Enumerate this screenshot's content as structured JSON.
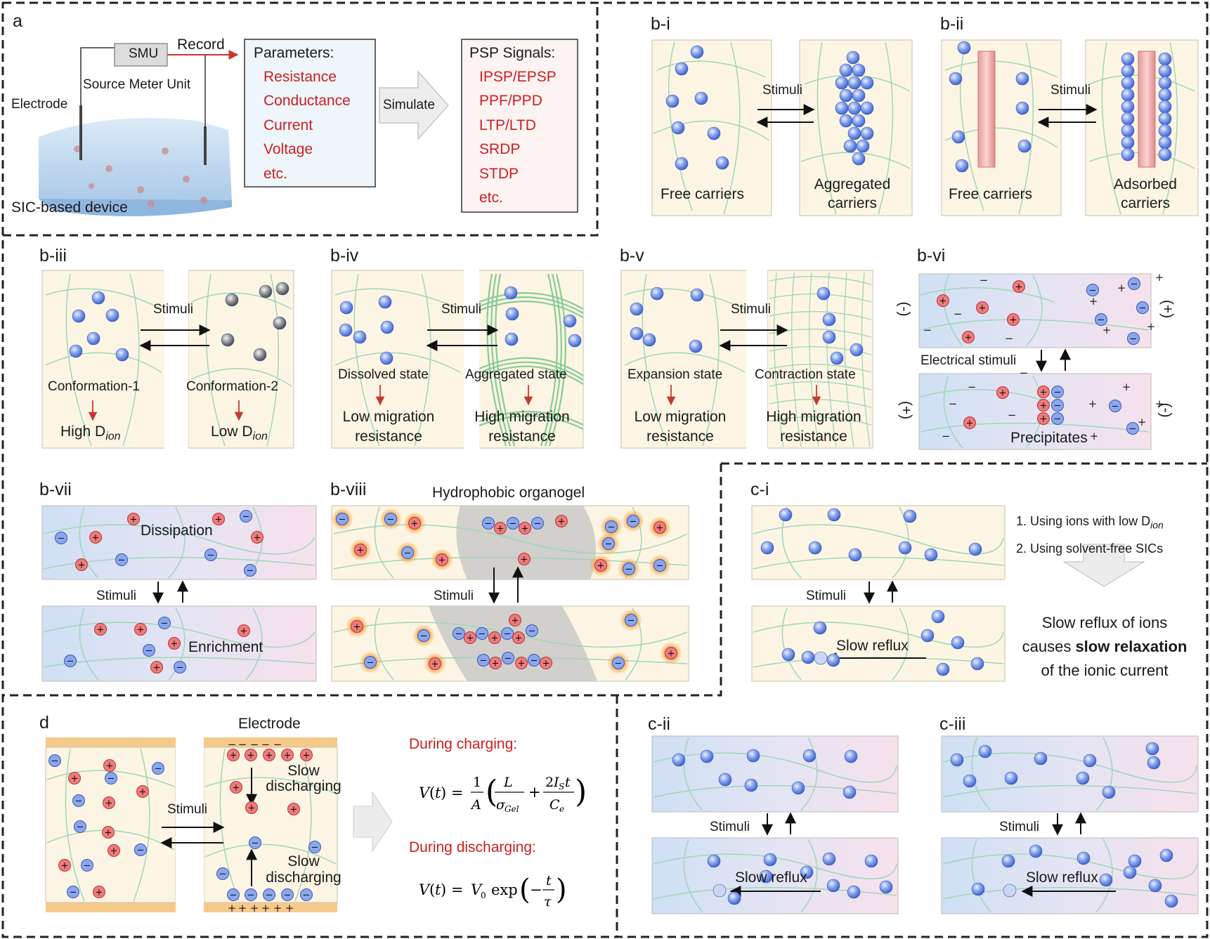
{
  "panels": {
    "a": "a",
    "b_i": "b-i",
    "b_ii": "b-ii",
    "b_iii": "b-iii",
    "b_iv": "b-iv",
    "b_v": "b-v",
    "b_vi": "b-vi",
    "b_vii": "b-vii",
    "b_viii": "b-viii",
    "c_i": "c-i",
    "c_ii": "c-ii",
    "c_iii": "c-iii",
    "d": "d"
  },
  "panel_a": {
    "smu": "SMU",
    "record": "Record",
    "source_meter": "Source Meter Unit",
    "electrode": "Electrode",
    "device": "SIC-based device",
    "params_title": "Parameters:",
    "params": [
      "Resistance",
      "Conductance",
      "Current",
      "Voltage",
      "etc."
    ],
    "simulate": "Simulate",
    "psp_title": "PSP Signals:",
    "psp": [
      "IPSP/EPSP",
      "PPF/PPD",
      "LTP/LTD",
      "SRDP",
      "STDP",
      "etc."
    ]
  },
  "stimuli": "Stimuli",
  "b_i": {
    "left": "Free carriers",
    "right_1": "Aggregated",
    "right_2": "carriers"
  },
  "b_ii": {
    "left": "Free carriers",
    "right_1": "Adsorbed",
    "right_2": "carriers"
  },
  "b_iii": {
    "left_top": "Conformation-1",
    "right_top": "Conformation-2",
    "left_bottom": "High D",
    "right_bottom": "Low D",
    "sub": "ion"
  },
  "b_iv": {
    "left_top": "Dissolved state",
    "right_top": "Aggregated state",
    "left_1": "Low migration",
    "right_1": "High migration",
    "res": "resistance"
  },
  "b_v": {
    "left_top": "Expansion state",
    "right_top": "Contraction state",
    "left_1": "Low migration",
    "right_1": "High migration",
    "res": "resistance"
  },
  "b_vi": {
    "electrical": "Electrical stimuli",
    "precipitates": "Precipitates",
    "minus_sign": "(-)",
    "plus_sign": "(+)"
  },
  "b_vii": {
    "dissipation": "Dissipation",
    "enrichment": "Enrichment"
  },
  "b_viii": {
    "title": "Hydrophobic organogel"
  },
  "c_i": {
    "note1_a": "1. Using ions with low D",
    "note1_sub": "ion",
    "note2": "2. Using solvent-free SICs",
    "result_1": "Slow reflux of ions",
    "result_2a": "causes ",
    "result_2b": "slow relaxation",
    "result_3": "of the ionic current",
    "reflux": "Slow reflux"
  },
  "c_ii": {
    "reflux": "Slow reflux"
  },
  "c_iii": {
    "reflux": "Slow reflux"
  },
  "d": {
    "electrode": "Electrode",
    "slow": "Slow",
    "discharging": "discharging",
    "charging_title": "During charging:",
    "discharging_title": "During discharging:"
  },
  "colors": {
    "accent_red": "#cc1f1f",
    "cream": "#fdf5e3",
    "positive_ion": "#e35c5c",
    "negative_ion": "#6e8fe8",
    "carrier": "#6f8fe6"
  }
}
